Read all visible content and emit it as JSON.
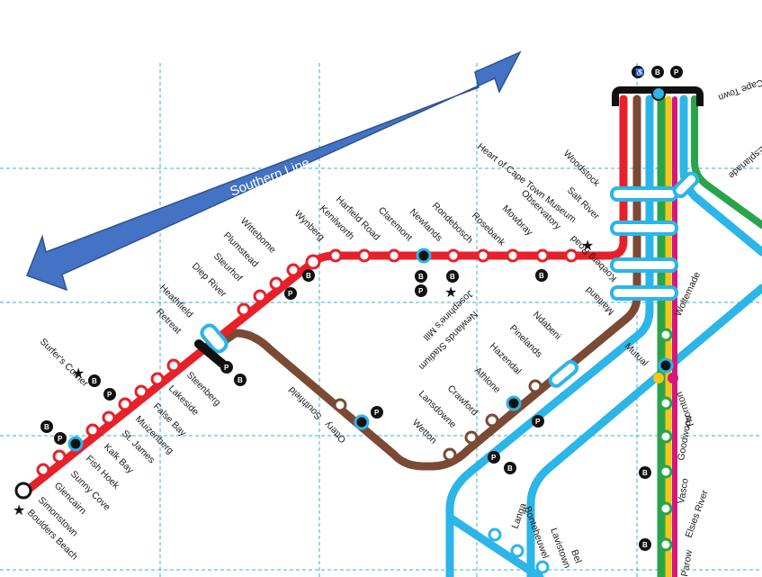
{
  "banner": {
    "label": "Southern Line",
    "color": "#4472C4"
  },
  "colors": {
    "southern": "#E8202A",
    "cape_flats": "#7B4A34",
    "central": "#2BB5E8",
    "northern_green": "#2AA44A",
    "yellow": "#F5C518",
    "magenta": "#D6177F",
    "terminus": "#111111",
    "gridline": "#2FB3E0"
  },
  "icons": {
    "parking_label": "P",
    "bus_label": "B",
    "wheelchair_label": "♿",
    "star": "★"
  },
  "southern_stations": {
    "heart_of_cape_town_museum": "Heart of Cape Town Museum",
    "woodstock": "Woodstock",
    "salt_river": "Salt River",
    "observatory": "Observatory",
    "mowbray": "Mowbray",
    "rosebank": "Rosebank",
    "rondebosch": "Rondebosch",
    "newlands": "Newlands",
    "claremont": "Claremont",
    "harfield_road": "Harfield Road",
    "kenilworth": "Kenilworth",
    "wynberg": "Wynberg",
    "wittebome": "Wittebome",
    "plumstead": "Plumstead",
    "steurhof": "Steurhof",
    "diep_river": "Diep River",
    "heathfield": "Heathfield",
    "retreat": "Retreat",
    "steenberg": "Steenberg",
    "lakeside": "Lakeside",
    "false_bay": "False Bay",
    "muizenberg": "Muizenberg",
    "st_james": "St. James",
    "kalk_bay": "Kalk Bay",
    "fish_hoek": "Fish Hoek",
    "sunny_cove": "Sunny Cove",
    "glencairn": "Glencairn",
    "simonstown": "Simonstown",
    "surfers_corner": "Surfer's Corner",
    "boulders_beach": "Boulders Beach"
  },
  "cape_flats_stations": {
    "southfield": "Southfield",
    "ottery": "Ottery",
    "wetton": "Wetton",
    "lansdowne": "Lansdowne",
    "crawford": "Crawford",
    "athlone": "Athlone",
    "hazendal": "Hazendal",
    "pinelands": "Pinelands",
    "ndabeni": "Ndabeni",
    "maitland": "Maitland",
    "koeberg_road": "Koeberg Road",
    "newlands_stadium": "Newlands Stadium",
    "josephines_mill": "Josephine's Mill"
  },
  "other_stations": {
    "cape_town": "Cape Town",
    "esplanade": "Esplanade",
    "woltemade": "Woltemade",
    "mutual": "Mutual",
    "thornton": "Thornton",
    "goodwood": "Goodwood",
    "vasco": "Vasco",
    "elsies_river": "Elsies River",
    "parow": "Parow",
    "langa": "Langa",
    "bonteheuwel": "Bonteheuwel",
    "lavistown": "Lavistown",
    "belhar": "Bel"
  }
}
